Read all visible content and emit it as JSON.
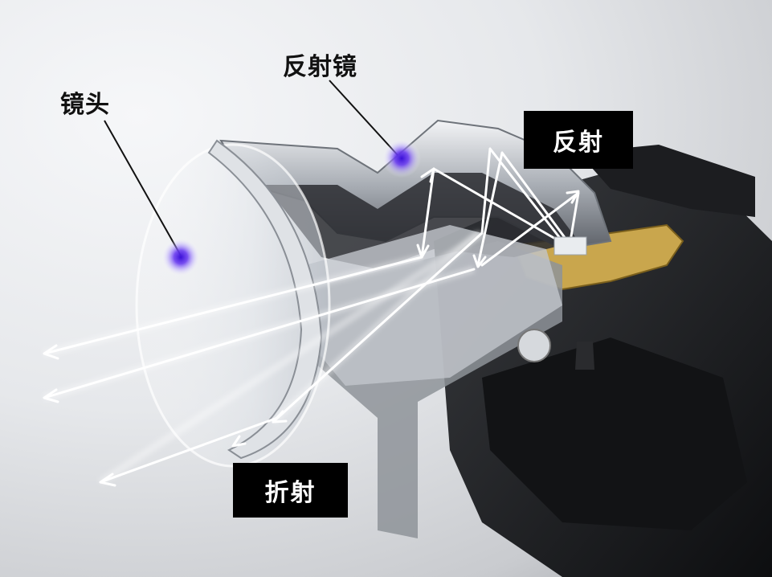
{
  "labels": {
    "lens": "镜头",
    "reflector": "反射镜",
    "reflection": "反射",
    "refraction": "折射"
  },
  "markers": [
    {
      "name": "lens-marker",
      "color": "#5a2fd6"
    },
    {
      "name": "reflector-marker",
      "color": "#5a2fd6"
    }
  ]
}
